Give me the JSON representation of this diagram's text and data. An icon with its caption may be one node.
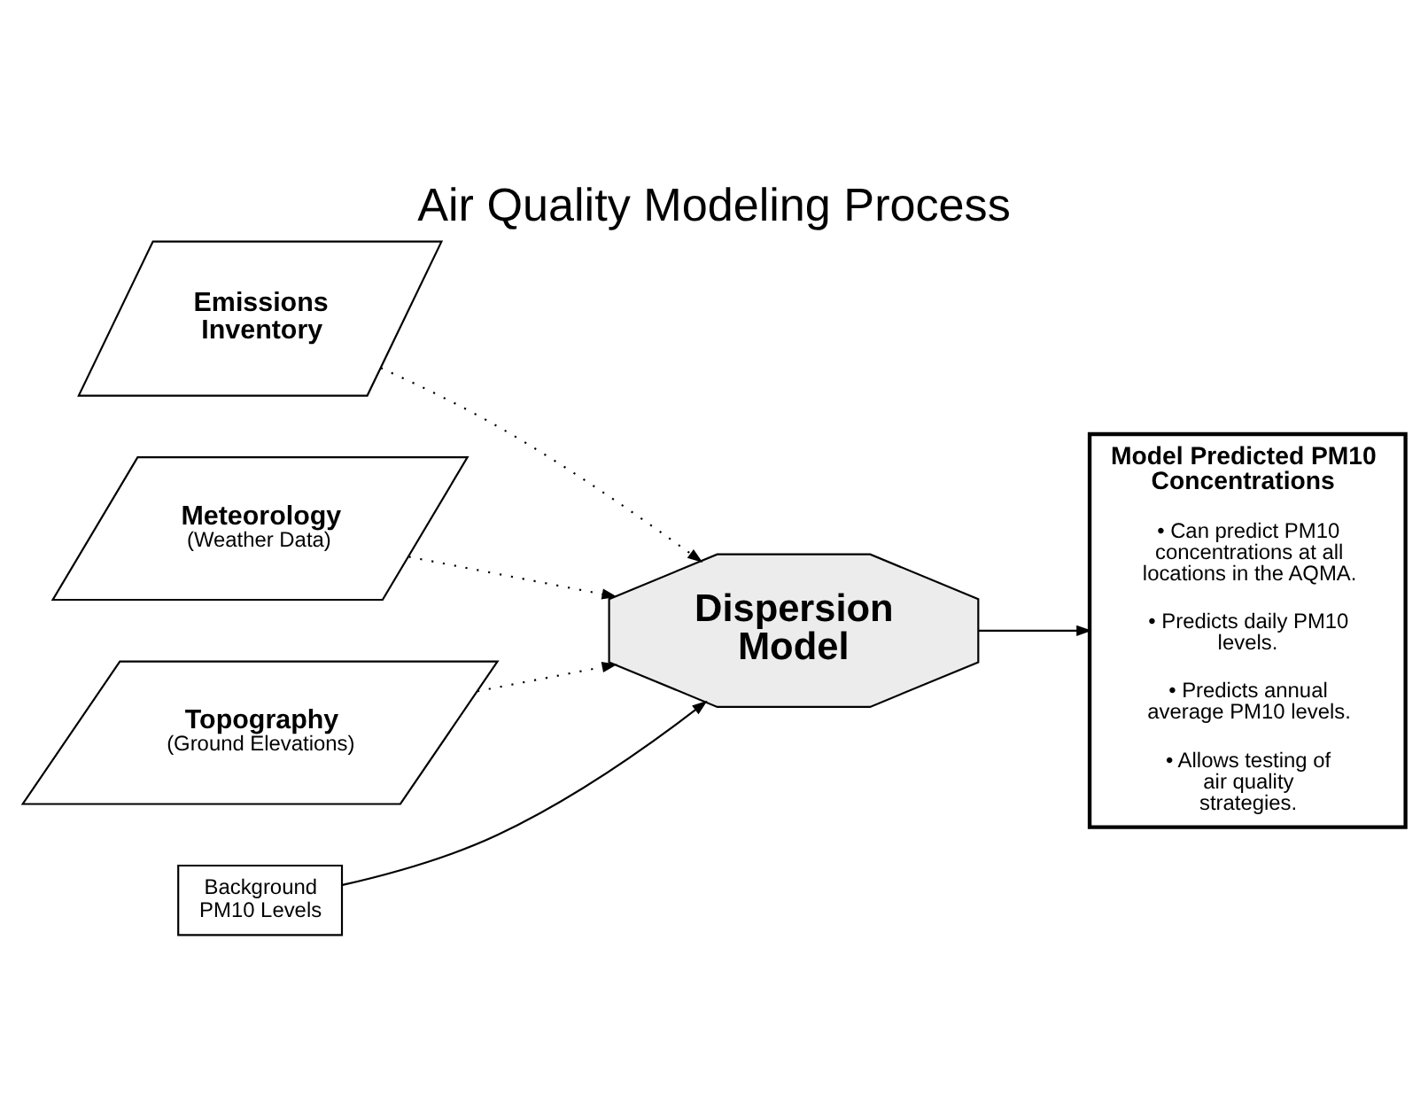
{
  "diagram": {
    "title": "Air Quality Modeling Process",
    "nodes": [
      {
        "text": [
          "Emissions Inventory"
        ]
      },
      {
        "text": [
          "Meteorology",
          "(Weather Data)"
        ]
      },
      {
        "text": [
          "Topography",
          "(Ground Elevations)"
        ]
      },
      {
        "text": [
          "Dispersion Model"
        ]
      },
      {
        "text": [
          "Background PM10 Levels"
        ]
      },
      {
        "text": [
          "Model Predicted PM10 Concentrations",
          "• Can predict PM10 concentrations at all locations in the AQMA.",
          "• Predicts daily PM10 levels.",
          "• Predicts annual average PM10 levels.",
          "• Allows testing of air quality strategies."
        ]
      }
    ],
    "edges": [
      {
        "from": 0,
        "to": 3,
        "arrow": "to",
        "style": "dashed"
      },
      {
        "from": 1,
        "to": 3,
        "arrow": "to",
        "style": "dashed"
      },
      {
        "from": 2,
        "to": 3,
        "arrow": "to",
        "style": "dashed"
      },
      {
        "from": 4,
        "to": 3,
        "arrow": "to"
      },
      {
        "from": 3,
        "to": 5,
        "arrow": "to"
      }
    ]
  }
}
